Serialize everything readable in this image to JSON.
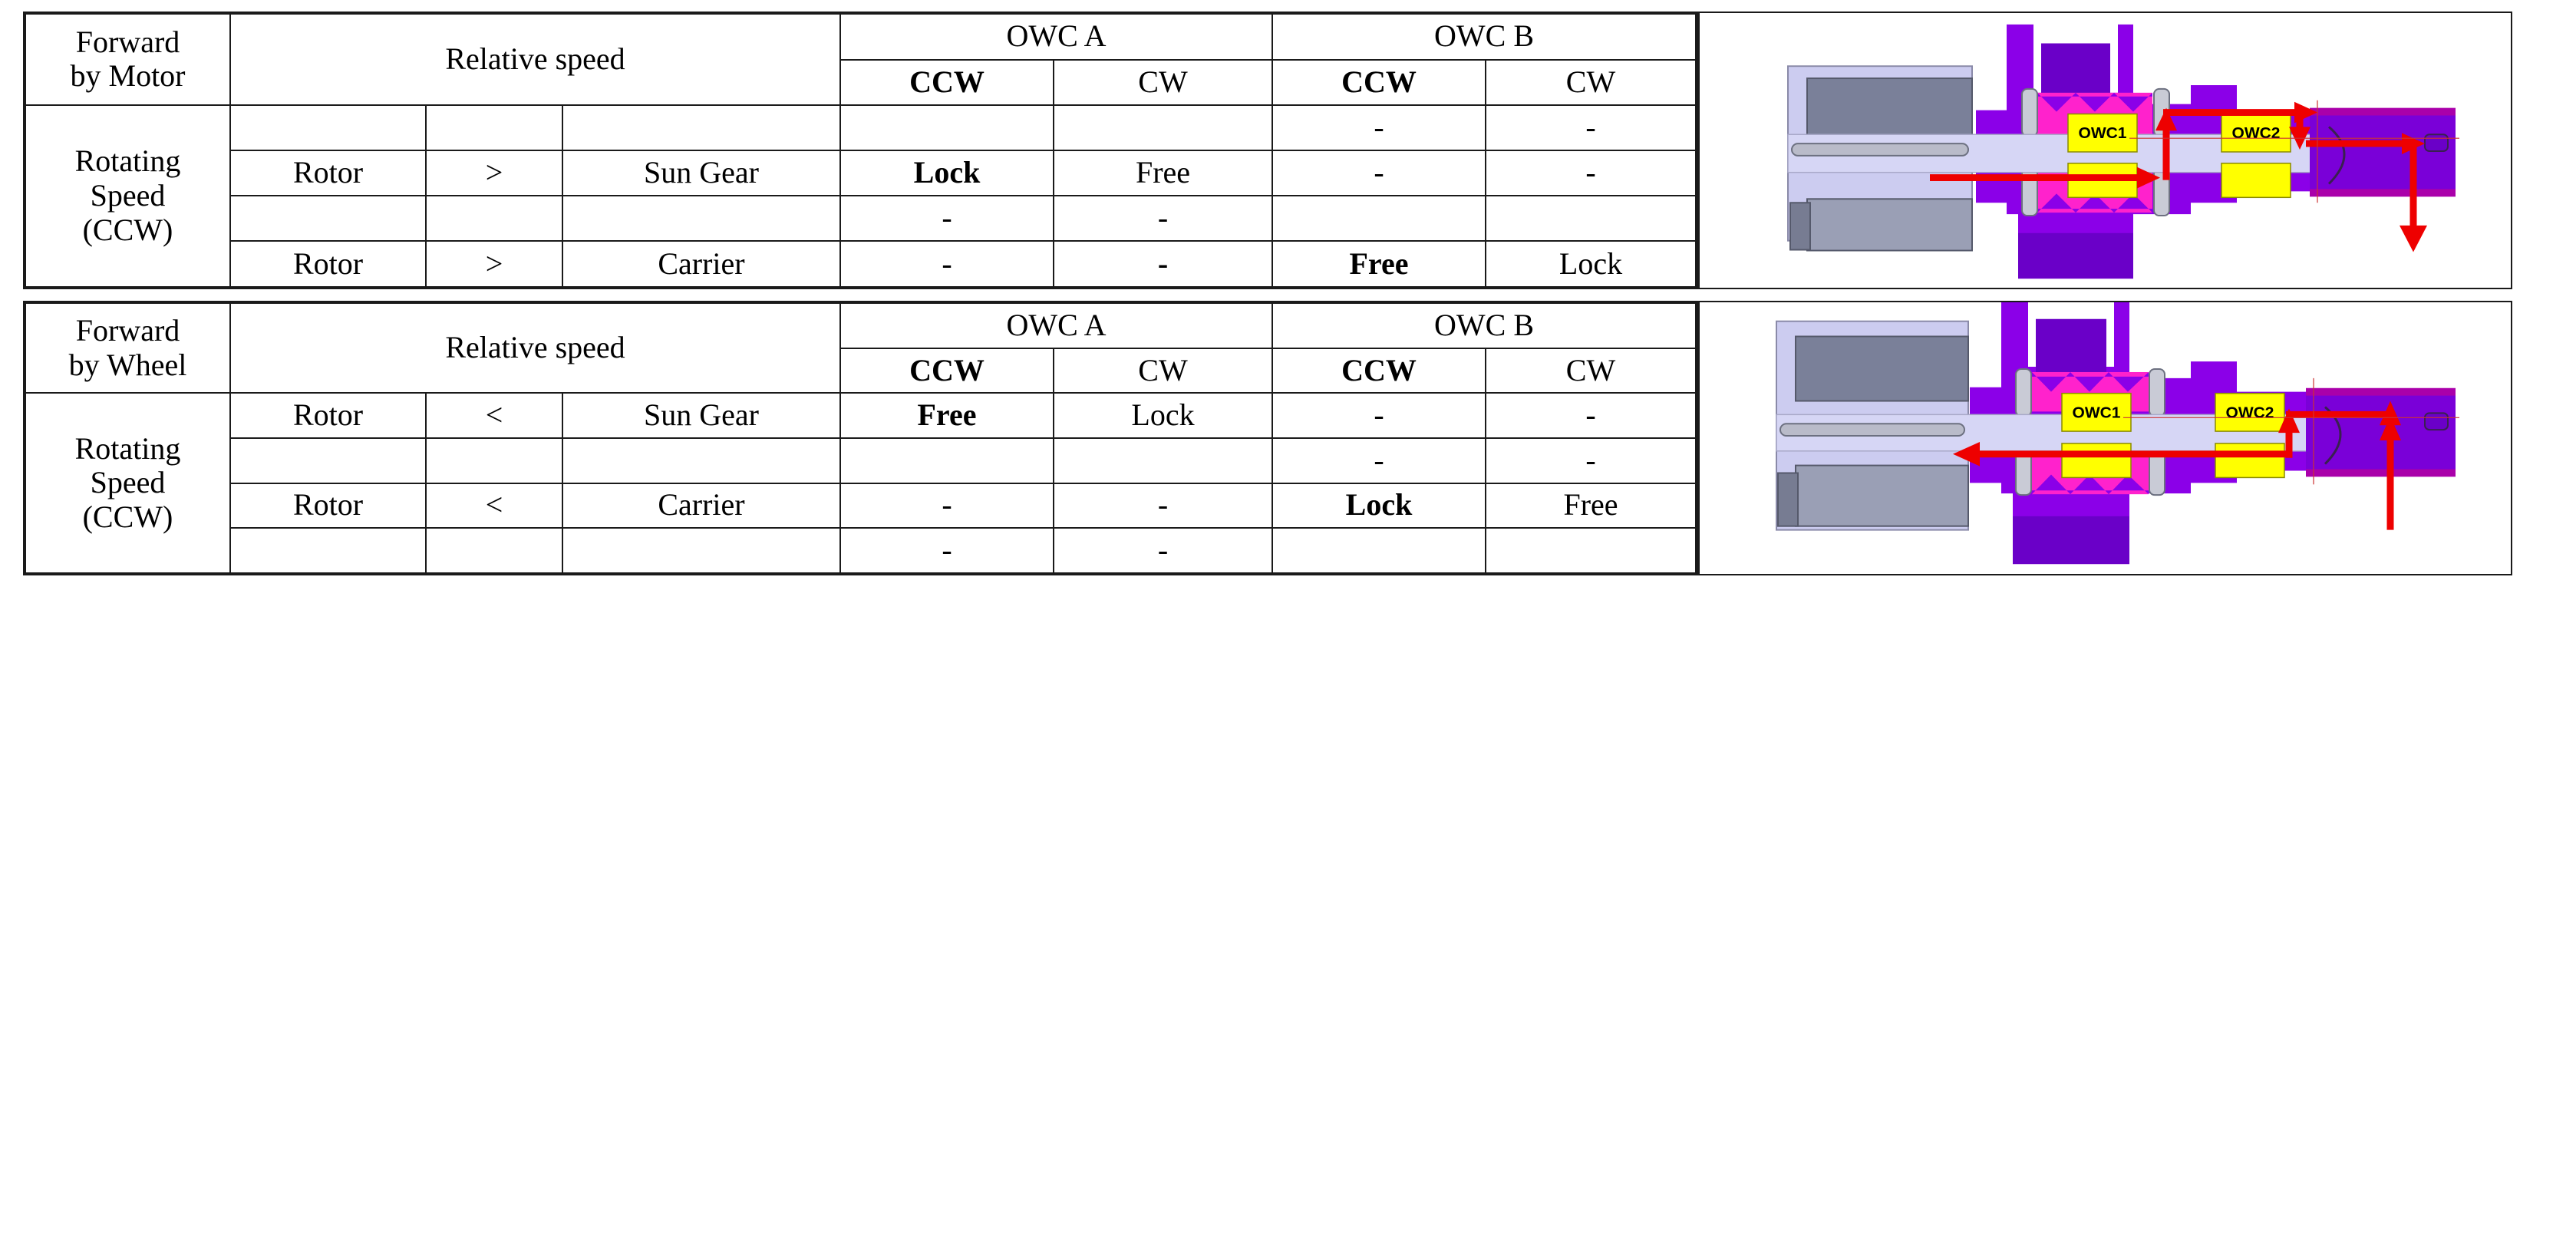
{
  "tables": [
    {
      "id": "forward-by-motor",
      "row_label_top": "Forward\nby Motor",
      "row_label_body": "Rotating\nSpeed\n(CCW)",
      "relative_speed_header": "Relative speed",
      "owc_a_header": "OWC A",
      "owc_b_header": "OWC B",
      "dir_headers": [
        "CCW",
        "CW",
        "CCW",
        "CW"
      ],
      "rows": [
        {
          "member": "",
          "op": "",
          "ref": "",
          "green_rel": false,
          "owc_a_ccw": "",
          "owc_a_cw": "",
          "owc_b_ccw": "-",
          "owc_b_cw": "-",
          "green_a": false,
          "green_b": false,
          "bold_a": false,
          "bold_b": false
        },
        {
          "member": "Rotor",
          "op": ">",
          "ref": "Sun Gear",
          "green_rel": true,
          "owc_a_ccw": "Lock",
          "owc_a_cw": "Free",
          "owc_b_ccw": "-",
          "owc_b_cw": "-",
          "green_a": true,
          "green_b": false,
          "bold_a": true,
          "bold_b": false
        },
        {
          "member": "",
          "op": "",
          "ref": "",
          "green_rel": false,
          "owc_a_ccw": "-",
          "owc_a_cw": "-",
          "owc_b_ccw": "",
          "owc_b_cw": "",
          "green_a": false,
          "green_b": false,
          "bold_a": false,
          "bold_b": false
        },
        {
          "member": "Rotor",
          "op": ">",
          "ref": "Carrier",
          "green_rel": true,
          "owc_a_ccw": "-",
          "owc_a_cw": "-",
          "owc_b_ccw": "Free",
          "owc_b_cw": "Lock",
          "green_a": false,
          "green_b": true,
          "bold_a": false,
          "bold_b": true
        }
      ],
      "figure": {
        "label_owc1": "OWC1",
        "label_owc2": "OWC2",
        "arrow_color": "#ee0000",
        "housing_color": "#8b00e8",
        "body_color": "#6a00c8",
        "coil_color": "#ff22cc",
        "shaft_color": "#d6d6f5",
        "block_color": "#7a8099",
        "clutch_color": "#ffff00"
      }
    },
    {
      "id": "forward-by-wheel",
      "row_label_top": "Forward\nby Wheel",
      "row_label_body": "Rotating\nSpeed\n(CCW)",
      "relative_speed_header": "Relative speed",
      "owc_a_header": "OWC A",
      "owc_b_header": "OWC B",
      "dir_headers": [
        "CCW",
        "CW",
        "CCW",
        "CW"
      ],
      "rows": [
        {
          "member": "Rotor",
          "op": "<",
          "ref": "Sun Gear",
          "green_rel": true,
          "owc_a_ccw": "Free",
          "owc_a_cw": "Lock",
          "owc_b_ccw": "-",
          "owc_b_cw": "-",
          "green_a": true,
          "green_b": false,
          "bold_a": true,
          "bold_b": false
        },
        {
          "member": "",
          "op": "",
          "ref": "",
          "green_rel": false,
          "owc_a_ccw": "",
          "owc_a_cw": "",
          "owc_b_ccw": "-",
          "owc_b_cw": "-",
          "green_a": false,
          "green_b": false,
          "bold_a": false,
          "bold_b": false
        },
        {
          "member": "Rotor",
          "op": "<",
          "ref": "Carrier",
          "green_rel": true,
          "owc_a_ccw": "-",
          "owc_a_cw": "-",
          "owc_b_ccw": "Lock",
          "owc_b_cw": "Free",
          "green_a": false,
          "green_b": true,
          "bold_a": false,
          "bold_b": true
        },
        {
          "member": "",
          "op": "",
          "ref": "",
          "green_rel": false,
          "owc_a_ccw": "-",
          "owc_a_cw": "-",
          "owc_b_ccw": "",
          "owc_b_cw": "",
          "green_a": false,
          "green_b": false,
          "bold_a": false,
          "bold_b": false
        }
      ],
      "figure": {
        "label_owc1": "OWC1",
        "label_owc2": "OWC2",
        "arrow_color": "#ee0000",
        "housing_color": "#8b00e8",
        "body_color": "#6a00c8",
        "coil_color": "#ff22cc",
        "shaft_color": "#d6d6f5",
        "block_color": "#7a8099",
        "clutch_color": "#ffff00"
      }
    }
  ],
  "colors": {
    "header_gray": "#ececec",
    "highlight_green": "#c5e0b4",
    "border": "#1a1a1a"
  }
}
